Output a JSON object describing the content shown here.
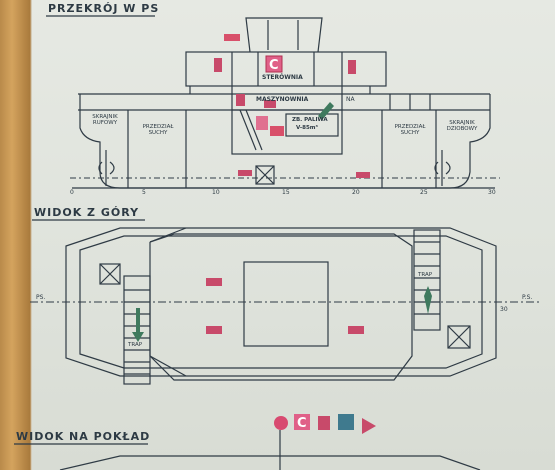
{
  "drawing": {
    "section_title": "PRZEKRÓJ W PS",
    "top_view_title": "WIDOK Z GÓRY",
    "deck_view_title": "WIDOK NA POKŁAD",
    "rooms": {
      "sternica": "STERÓWNIA",
      "maszynownia": "MASZYNOWNIA",
      "zbiornik_paliwa_1": "ZB. PALIWA",
      "zbiornik_paliwa_2": "V-85m³",
      "skrajnik_rufowy_1": "SKRAJNIK",
      "skrajnik_rufowy_2": "RUFOWY",
      "przedzial_suchy_l_1": "PRZEDZIAŁ",
      "przedzial_suchy_l_2": "SUCHY",
      "przedzial_suchy_r_1": "PRZEDZIAŁ",
      "przedzial_suchy_r_2": "SUCHY",
      "skrajnik_dziobowy_1": "SKRAJNIK",
      "skrajnik_dziobowy_2": "DZIOBOWY",
      "na": "NA"
    },
    "scale_labels": [
      "0",
      "5",
      "10",
      "15",
      "20",
      "25",
      "30"
    ],
    "ps_left": "PS.",
    "ps_right": "P.S.",
    "top_scale_30": "30",
    "trap_left": "TRAP",
    "trap_right": "TRAP",
    "symbol_c": "C"
  }
}
